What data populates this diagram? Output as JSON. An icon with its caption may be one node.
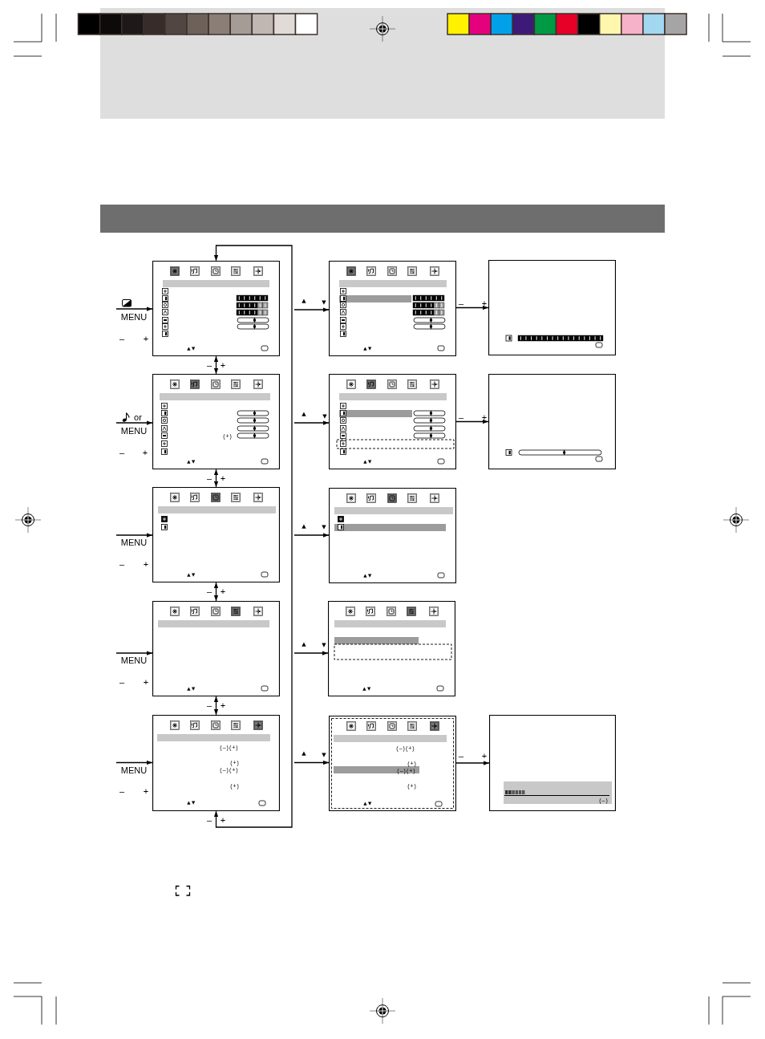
{
  "diagram": {
    "nodes": [
      {
        "text": [],
        "shape": "bar"
      },
      {
        "text": [
          "▲▼"
        ]
      },
      {
        "text": [
          "▲▼"
        ]
      },
      {
        "text": [],
        "shape": "box"
      },
      {
        "text": [
          "(+)",
          "▲▼"
        ]
      },
      {
        "text": [
          "▲▼"
        ]
      },
      {
        "text": [],
        "shape": "box"
      },
      {
        "text": [
          "▲▼"
        ]
      },
      {
        "text": [
          "▲▼"
        ]
      },
      {
        "text": [
          "▲▼"
        ]
      },
      {
        "text": [
          "▲▼"
        ]
      },
      {
        "text": [
          "(–)(+)",
          "(+)",
          "(–)(+)",
          "(+)",
          "▲▼"
        ]
      },
      {
        "text": [
          "(–)(+)",
          "(+)",
          "(–)(+)",
          "(+)",
          "▲▼"
        ]
      },
      {
        "text": [
          "(–)"
        ]
      }
    ],
    "edges": [
      {
        "from": null,
        "to": 1,
        "arrow": "to",
        "label": "MENU"
      },
      {
        "from": null,
        "to": 4,
        "arrow": "to",
        "label": "MENU"
      },
      {
        "from": null,
        "to": 7,
        "arrow": "to",
        "label": "MENU"
      },
      {
        "from": null,
        "to": 9,
        "arrow": "to",
        "label": "MENU"
      },
      {
        "from": null,
        "to": 11,
        "arrow": "to",
        "label": "MENU"
      },
      {
        "from": 1,
        "to": 4,
        "arrow": "both"
      },
      {
        "from": 4,
        "to": 7,
        "arrow": "both"
      },
      {
        "from": 7,
        "to": 9,
        "arrow": "both"
      },
      {
        "from": 9,
        "to": 11,
        "arrow": "both"
      },
      {
        "from": 11,
        "to": 1,
        "arrow": "both"
      },
      {
        "from": null,
        "to": 2,
        "arrow": "to"
      },
      {
        "from": null,
        "to": 5,
        "arrow": "to"
      },
      {
        "from": null,
        "to": 8,
        "arrow": "to"
      },
      {
        "from": null,
        "to": 10,
        "arrow": "to"
      },
      {
        "from": null,
        "to": 12,
        "arrow": "to"
      },
      {
        "from": 2,
        "to": 3,
        "arrow": "to"
      },
      {
        "from": 5,
        "to": 6,
        "arrow": "to"
      },
      {
        "from": 12,
        "to": 13,
        "arrow": "to"
      }
    ],
    "labels": [
      "▲",
      "▼",
      "–",
      "+",
      "–",
      "+",
      "–",
      "+",
      "or",
      "▲",
      "▼",
      "–",
      "+",
      "–",
      "+",
      "–",
      "+",
      "▲",
      "▼",
      "–",
      "+",
      "–",
      "+",
      "▲",
      "▼",
      "–",
      "+",
      "–",
      "+",
      "▲",
      "▼",
      "–",
      "+",
      "–",
      "+",
      "–",
      "+"
    ]
  }
}
